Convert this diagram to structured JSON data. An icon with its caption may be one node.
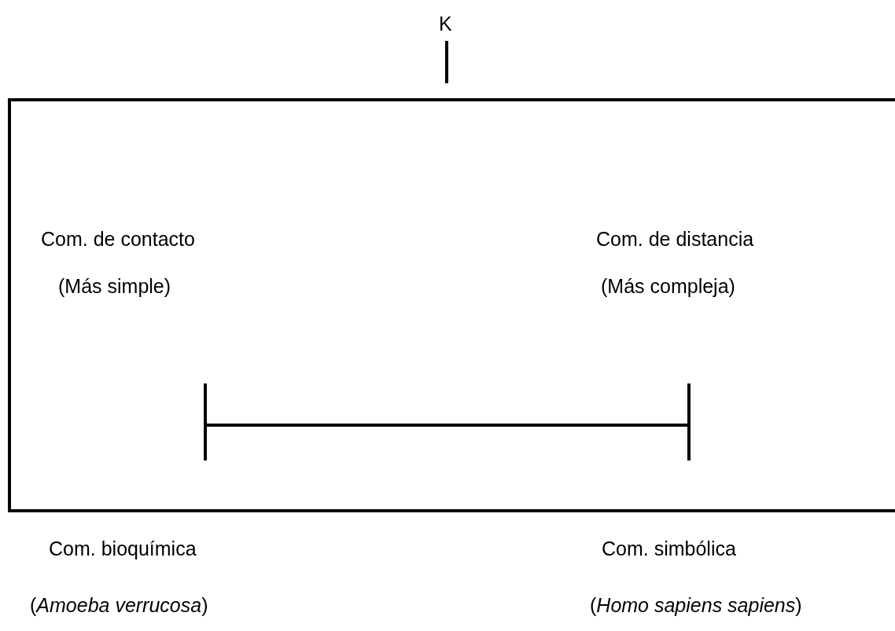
{
  "diagram": {
    "nodes": [
      {
        "text": [
          "Com. de contacto",
          "(Más simple)",
          "Com. de distancia",
          "(Más compleja)"
        ]
      }
    ],
    "labels": [
      "K",
      "Com. bioquímica",
      "Com. simbólica",
      "(*Amoeba verrucosa*)",
      "(*Homo sapiens sapiens*)"
    ]
  }
}
